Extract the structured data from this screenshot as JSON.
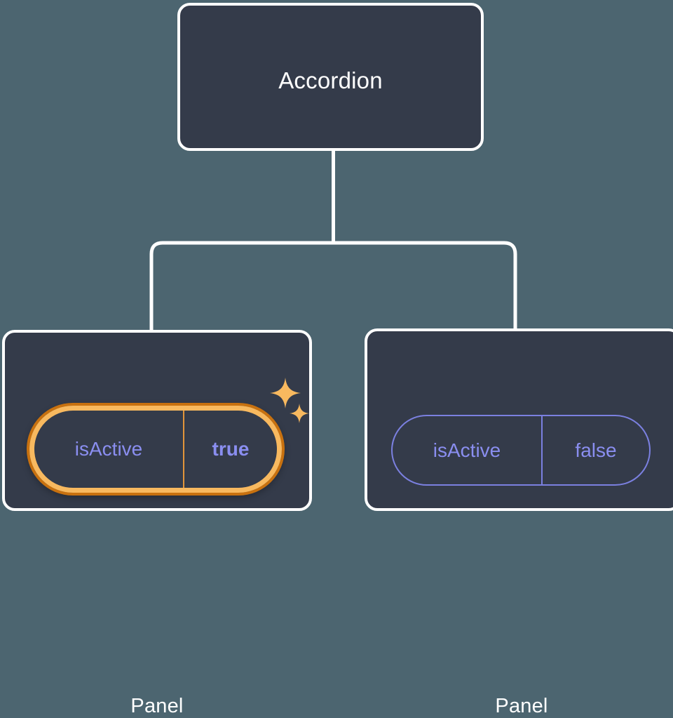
{
  "theme": {
    "background": "#4c6570",
    "node_fill": "#343b4a",
    "node_border": "#ffffff",
    "connector": "#ffffff",
    "prop_text": "#8a8ef0",
    "prop_border": "#7b80e0",
    "highlight_inner_ring": "#f8b95f",
    "highlight_outer_ring": "#c8710f",
    "sparkle": "#f8b95f"
  },
  "tree": {
    "root": {
      "title": "Accordion"
    },
    "children": [
      {
        "title": "Panel",
        "highlighted": true,
        "prop": {
          "key": "isActive",
          "value": "true"
        },
        "decoration": {
          "large_sparkle": "sparkle-icon",
          "small_sparkle": "sparkle-icon"
        }
      },
      {
        "title": "Panel",
        "highlighted": false,
        "prop": {
          "key": "isActive",
          "value": "false"
        }
      }
    ]
  }
}
